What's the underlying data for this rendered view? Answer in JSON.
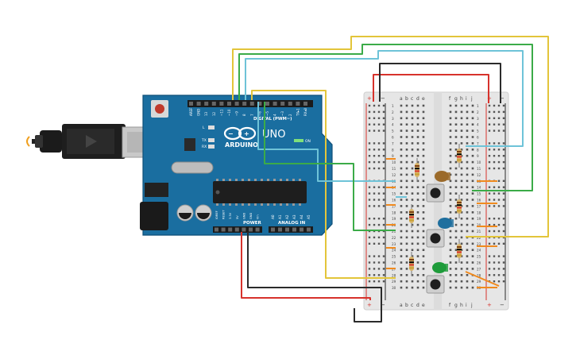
{
  "arduino": {
    "brand": "ARDUINO",
    "model": "UNO",
    "header_digital": "DIGITAL (PWM~)",
    "header_power": "POWER",
    "header_analog": "ANALOG IN",
    "led_l": "L",
    "led_tx": "TX",
    "led_rx": "RX",
    "led_on": "ON",
    "digital_pins": [
      "AREF",
      "GND",
      "13",
      "12",
      "~11",
      "~10",
      "~9",
      "8",
      "7",
      "~6",
      "~5",
      "4",
      "~3",
      "2",
      "TX▸1",
      "RX◂0"
    ],
    "power_pins": [
      "IOREF",
      "RESET",
      "3.3V",
      "5V",
      "GND",
      "GND",
      "Vin"
    ],
    "analog_pins": [
      "A0",
      "A1",
      "A2",
      "A3",
      "A4",
      "A5"
    ]
  },
  "breadboard": {
    "cols_left": [
      "a",
      "b",
      "c",
      "d",
      "e"
    ],
    "cols_right": [
      "f",
      "g",
      "h",
      "i",
      "j"
    ],
    "rail_plus": "+",
    "rail_minus": "−",
    "row_count": 30
  },
  "components": {
    "leds": [
      {
        "id": "led-yellow",
        "color": "#9b6a2a"
      },
      {
        "id": "led-blue",
        "color": "#1f6f9e"
      },
      {
        "id": "led-green",
        "color": "#1e9b3a"
      }
    ],
    "buttons": 3,
    "resistors": 6
  },
  "wire_colors": {
    "yellow": "#e3c53a",
    "green": "#3bab48",
    "cyan": "#6ec3d8",
    "red": "#d7322c",
    "black": "#2b2b2b",
    "orange": "#f08a1e"
  }
}
